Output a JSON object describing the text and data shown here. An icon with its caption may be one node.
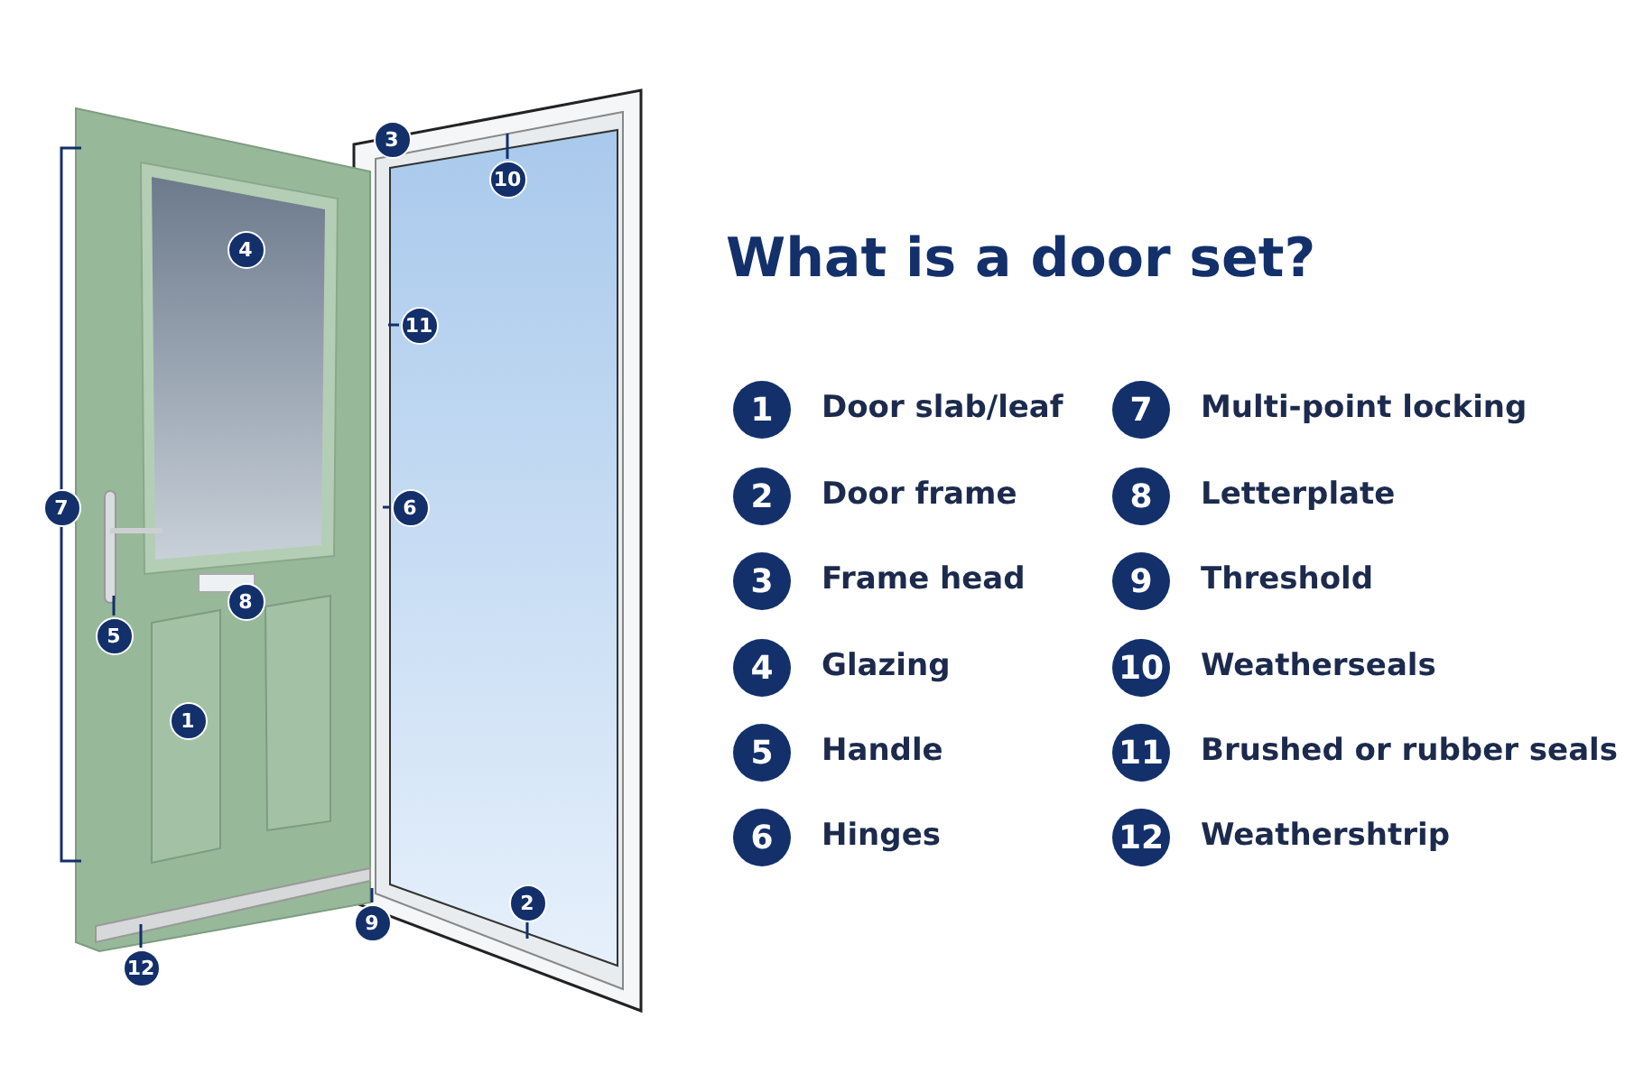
{
  "diagram": {
    "title": "What is a door set?",
    "nodes": [
      {
        "text": [
          "3"
        ]
      },
      {
        "text": [
          "10"
        ]
      },
      {
        "text": [
          "4"
        ]
      },
      {
        "text": [
          "11"
        ]
      },
      {
        "text": [
          "7"
        ]
      },
      {
        "text": [
          "6"
        ]
      },
      {
        "text": [
          "8"
        ]
      },
      {
        "text": [
          "5"
        ]
      },
      {
        "text": [
          "1"
        ]
      },
      {
        "text": [
          "2"
        ]
      },
      {
        "text": [
          "9"
        ]
      },
      {
        "text": [
          "12"
        ]
      },
      {
        "text": [
          "1"
        ],
        "beside": [
          "Door slab/leaf"
        ]
      },
      {
        "text": [
          "2"
        ],
        "beside": [
          "Door frame"
        ]
      },
      {
        "text": [
          "3"
        ],
        "beside": [
          "Frame head"
        ]
      },
      {
        "text": [
          "4"
        ],
        "beside": [
          "Glazing"
        ]
      },
      {
        "text": [
          "5"
        ],
        "beside": [
          "Handle"
        ]
      },
      {
        "text": [
          "6"
        ],
        "beside": [
          "Hinges"
        ]
      },
      {
        "text": [
          "7"
        ],
        "beside": [
          "Multi-point locking"
        ]
      },
      {
        "text": [
          "8"
        ],
        "beside": [
          "Letterplate"
        ]
      },
      {
        "text": [
          "9"
        ],
        "beside": [
          "Threshold"
        ]
      },
      {
        "text": [
          "10"
        ],
        "beside": [
          "Weatherseals"
        ]
      },
      {
        "text": [
          "11"
        ],
        "beside": [
          "Brushed or rubber seals"
        ]
      },
      {
        "text": [
          "12"
        ],
        "beside": [
          "Weathershtrip"
        ]
      }
    ],
    "edges": [
      {
        "from": 1,
        "to": null,
        "arrow": "none"
      },
      {
        "from": 3,
        "to": null,
        "arrow": "none"
      },
      {
        "from": 5,
        "to": null,
        "arrow": "none"
      },
      {
        "from": 7,
        "to": null,
        "arrow": "none"
      },
      {
        "from": 9,
        "to": null,
        "arrow": "none"
      },
      {
        "from": 10,
        "to": null,
        "arrow": "none"
      },
      {
        "from": 11,
        "to": null,
        "arrow": "none"
      }
    ]
  }
}
